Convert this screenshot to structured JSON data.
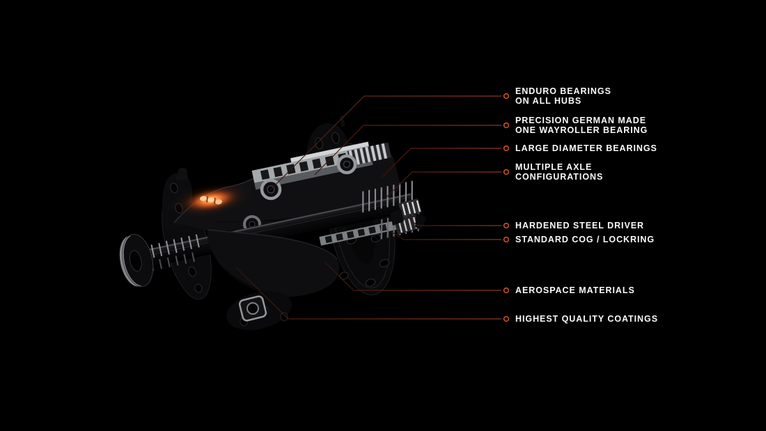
{
  "scene": {
    "image_alt": "Cutaway render of a bicycle hub",
    "background_color": "#000000",
    "leader_line_color": "#6b2916",
    "marker_ring_color": "#d05427",
    "glow_color": "#ff8a36",
    "text_color": "#fafafa"
  },
  "callouts": [
    {
      "id": "enduro-bearings",
      "line1": "ENDURO BEARINGS",
      "line2": "ON ALL HUBS"
    },
    {
      "id": "one-wayroller-bearing",
      "line1": "PRECISION GERMAN MADE",
      "line2": "ONE WAYROLLER BEARING"
    },
    {
      "id": "large-diameter-bearings",
      "line1": "LARGE DIAMETER BEARINGS"
    },
    {
      "id": "axle-configurations",
      "line1": "MULTIPLE AXLE",
      "line2": "CONFIGURATIONS"
    },
    {
      "id": "hardened-steel-driver",
      "line1": "HARDENED STEEL DRIVER"
    },
    {
      "id": "standard-cog-lockring",
      "line1": "STANDARD COG / LOCKRING"
    },
    {
      "id": "aerospace-materials",
      "line1": "AEROSPACE MATERIALS"
    },
    {
      "id": "highest-quality-coatings",
      "line1": "HIGHEST QUALITY COATINGS"
    }
  ]
}
